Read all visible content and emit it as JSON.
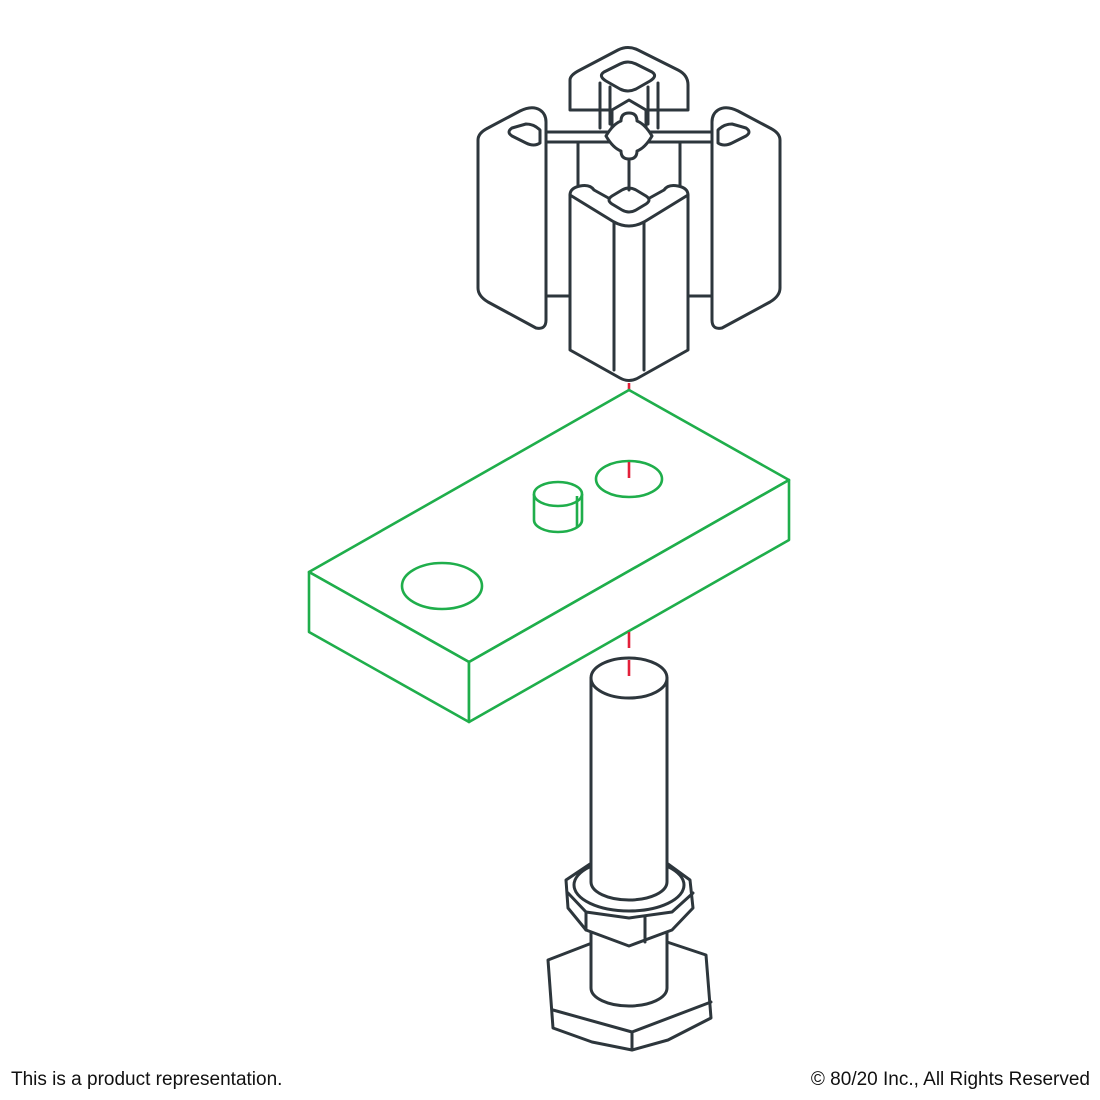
{
  "figure": {
    "title": "Exploded assembly: aluminum T-slot extrusion, mounting plate, leveling foot",
    "components": [
      {
        "id": "extrusion",
        "name": "4-slot T-slot aluminum extrusion profile",
        "color": "#2d363c"
      },
      {
        "id": "plate",
        "name": "Base plate with two holes and locating pin",
        "color": "#1fae4b"
      },
      {
        "id": "leveling-foot",
        "name": "Threaded stud with hex jam nut and hex base",
        "color": "#2d363c"
      }
    ],
    "assembly_axis": {
      "style": "dashed",
      "color": "#e3203a"
    },
    "colors": {
      "line": "#2d363c",
      "highlight": "#1fae4b",
      "axis": "#e3203a",
      "background": "#ffffff"
    }
  },
  "footer": {
    "disclaimer": "This is a product representation.",
    "copyright": "© 80/20 Inc., All Rights Reserved"
  }
}
